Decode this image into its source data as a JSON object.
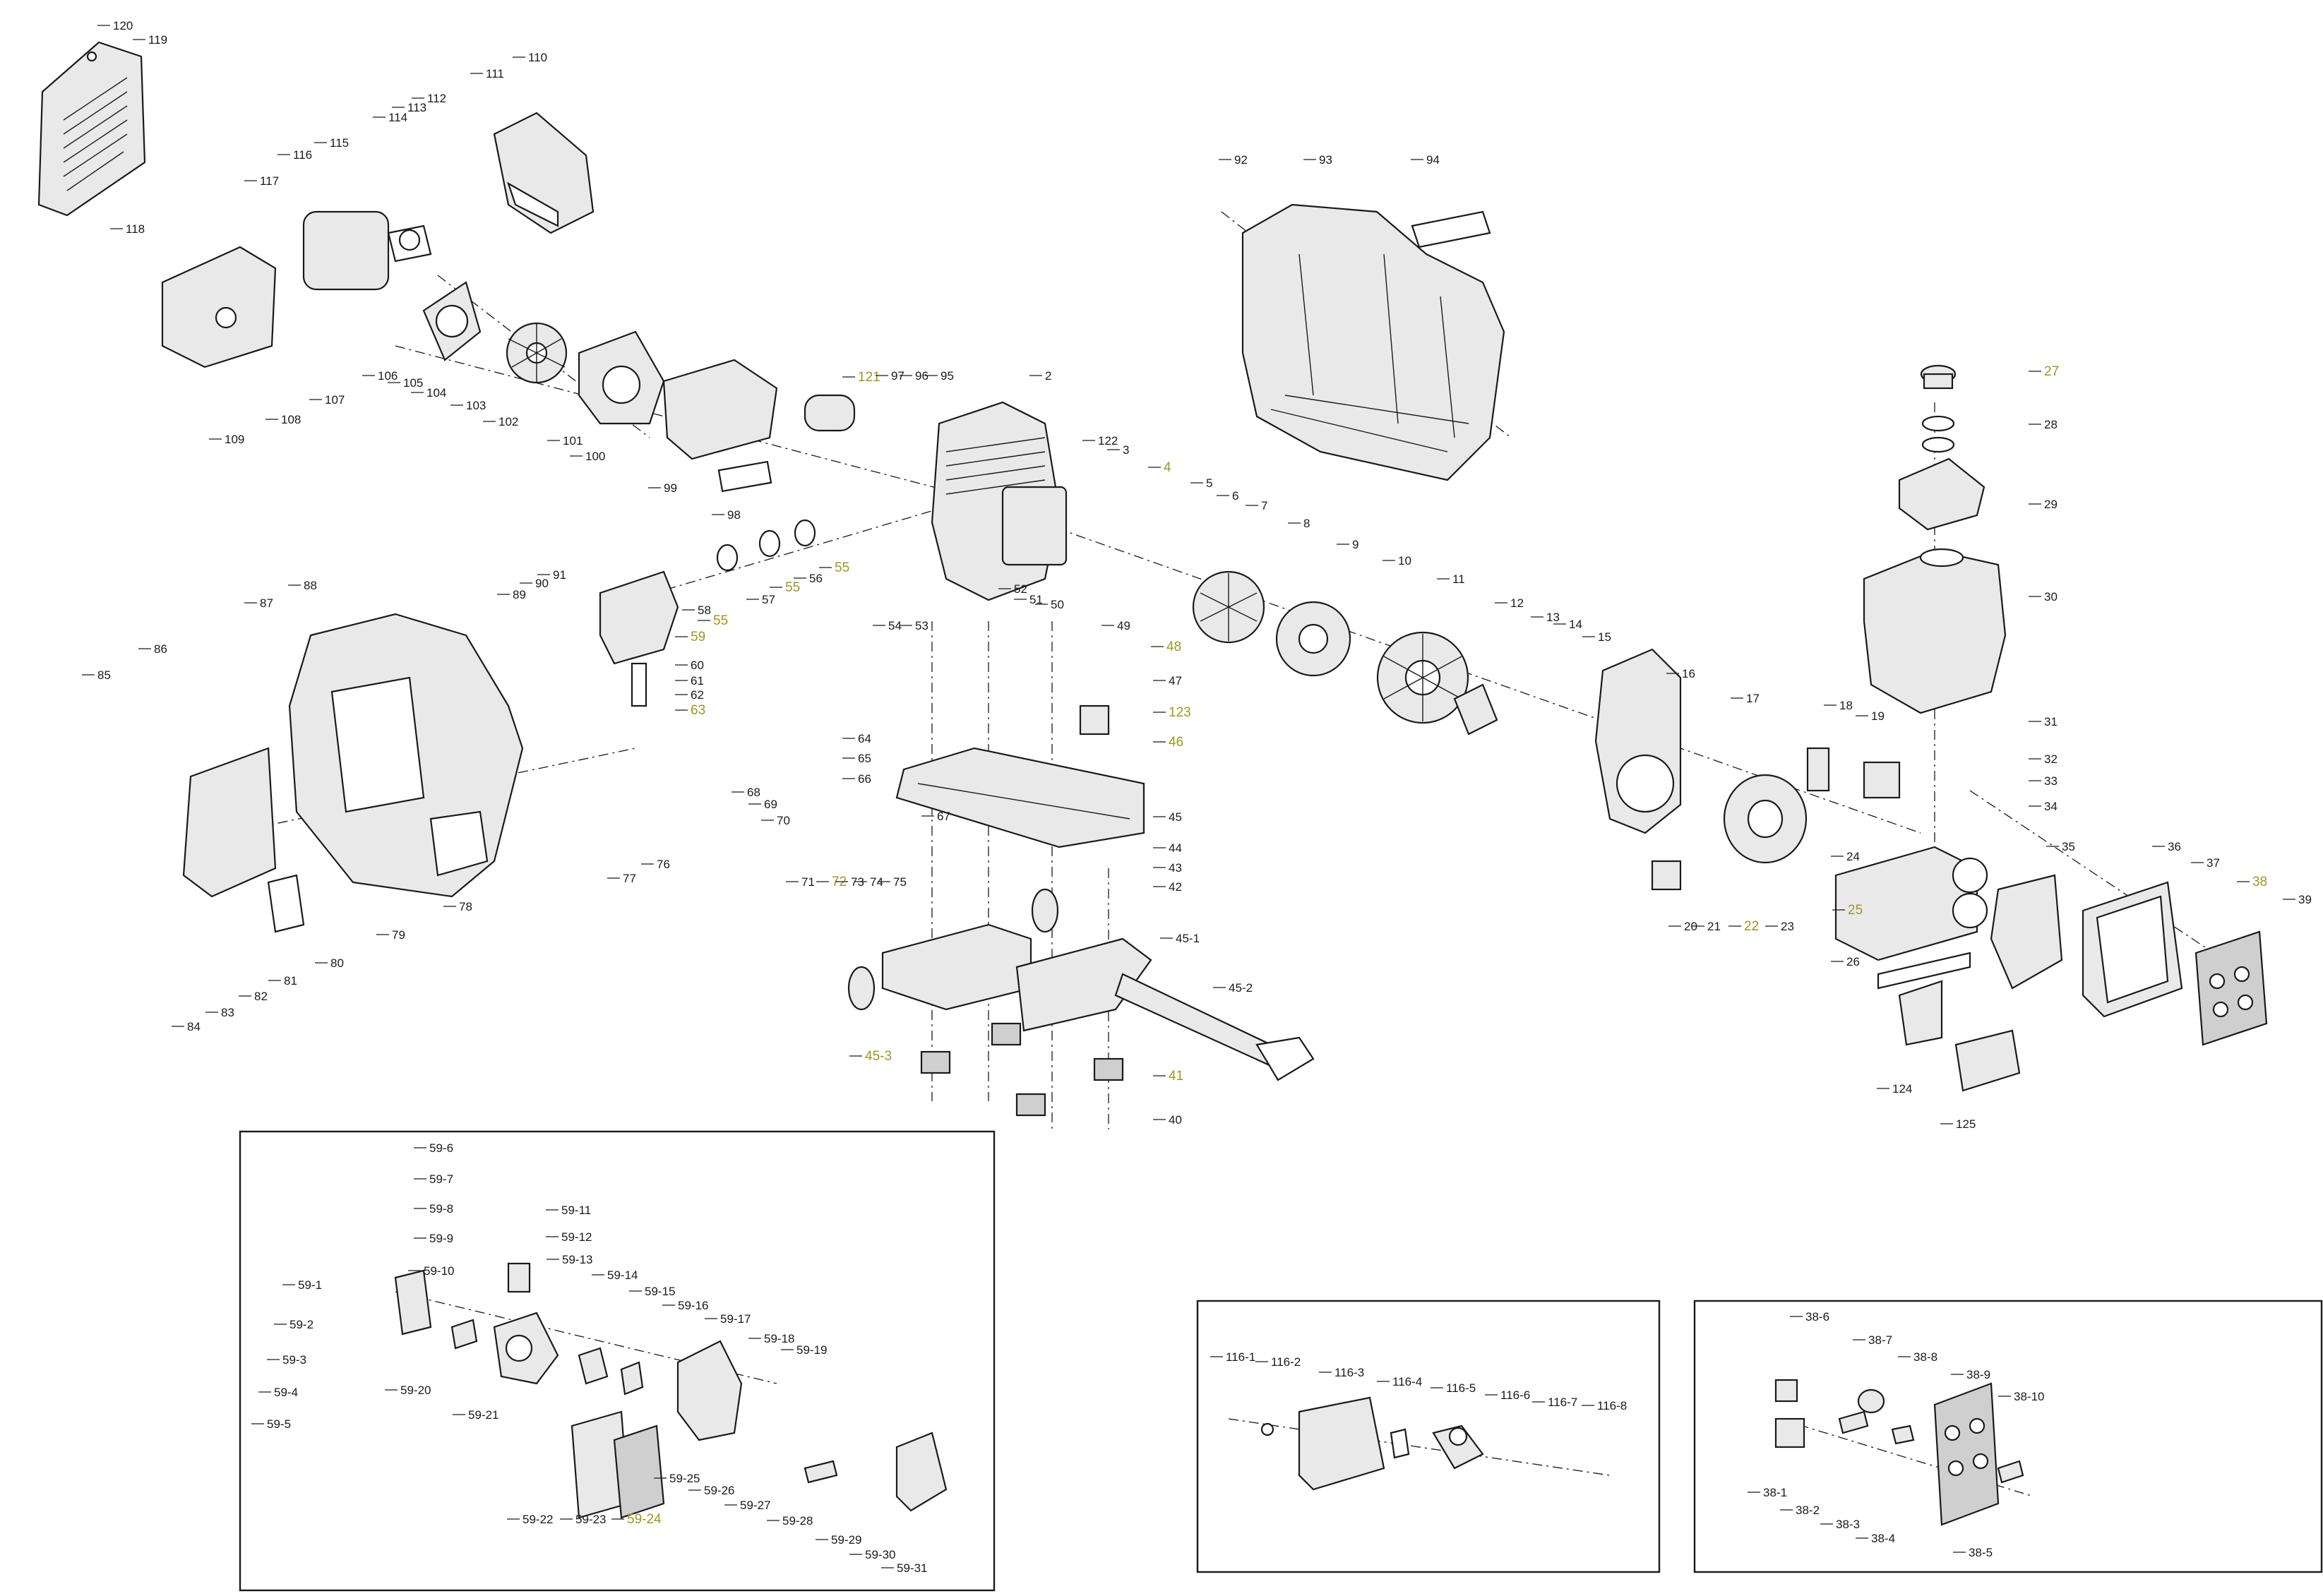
{
  "diagram": {
    "main_labels": [
      {
        "id": "p120",
        "text": "120"
      },
      {
        "id": "p119",
        "text": "119"
      },
      {
        "id": "p118",
        "text": "118"
      },
      {
        "id": "p117",
        "text": "117"
      },
      {
        "id": "p116",
        "text": "116"
      },
      {
        "id": "p115",
        "text": "115"
      },
      {
        "id": "p114",
        "text": "114"
      },
      {
        "id": "p113",
        "text": "113"
      },
      {
        "id": "p112",
        "text": "112"
      },
      {
        "id": "p111",
        "text": "111"
      },
      {
        "id": "p110",
        "text": "110"
      },
      {
        "id": "p109",
        "text": "109"
      },
      {
        "id": "p108",
        "text": "108"
      },
      {
        "id": "p107",
        "text": "107"
      },
      {
        "id": "p106",
        "text": "106"
      },
      {
        "id": "p105",
        "text": "105"
      },
      {
        "id": "p104",
        "text": "104"
      },
      {
        "id": "p103",
        "text": "103"
      },
      {
        "id": "p102",
        "text": "102"
      },
      {
        "id": "p101",
        "text": "101"
      },
      {
        "id": "p100",
        "text": "100"
      },
      {
        "id": "p99",
        "text": "99"
      },
      {
        "id": "p98",
        "text": "98"
      },
      {
        "id": "p121",
        "text": "121",
        "hl": true
      },
      {
        "id": "p97",
        "text": "97"
      },
      {
        "id": "p96",
        "text": "96"
      },
      {
        "id": "p95",
        "text": "95"
      },
      {
        "id": "p2",
        "text": "2"
      },
      {
        "id": "p92",
        "text": "92"
      },
      {
        "id": "p93",
        "text": "93"
      },
      {
        "id": "p94",
        "text": "94"
      },
      {
        "id": "p27",
        "text": "27",
        "hl": true
      },
      {
        "id": "p28",
        "text": "28"
      },
      {
        "id": "p29",
        "text": "29"
      },
      {
        "id": "p30",
        "text": "30"
      },
      {
        "id": "p122",
        "text": "122"
      },
      {
        "id": "p3",
        "text": "3"
      },
      {
        "id": "p4",
        "text": "4",
        "hl": true
      },
      {
        "id": "p5",
        "text": "5"
      },
      {
        "id": "p6",
        "text": "6"
      },
      {
        "id": "p7",
        "text": "7"
      },
      {
        "id": "p8",
        "text": "8"
      },
      {
        "id": "p9",
        "text": "9"
      },
      {
        "id": "p10",
        "text": "10"
      },
      {
        "id": "p11",
        "text": "11"
      },
      {
        "id": "p12",
        "text": "12"
      },
      {
        "id": "p13",
        "text": "13"
      },
      {
        "id": "p14",
        "text": "14"
      },
      {
        "id": "p15",
        "text": "15"
      },
      {
        "id": "p16",
        "text": "16"
      },
      {
        "id": "p17",
        "text": "17"
      },
      {
        "id": "p18",
        "text": "18"
      },
      {
        "id": "p19",
        "text": "19"
      },
      {
        "id": "p31",
        "text": "31"
      },
      {
        "id": "p32",
        "text": "32"
      },
      {
        "id": "p33",
        "text": "33"
      },
      {
        "id": "p34",
        "text": "34"
      },
      {
        "id": "p24",
        "text": "24"
      },
      {
        "id": "p35",
        "text": "35"
      },
      {
        "id": "p36",
        "text": "36"
      },
      {
        "id": "p37",
        "text": "37"
      },
      {
        "id": "p38",
        "text": "38",
        "hl": true
      },
      {
        "id": "p39",
        "text": "39"
      },
      {
        "id": "p25",
        "text": "25",
        "hl": true
      },
      {
        "id": "p26",
        "text": "26"
      },
      {
        "id": "p20",
        "text": "20"
      },
      {
        "id": "p21",
        "text": "21"
      },
      {
        "id": "p22",
        "text": "22",
        "hl": true
      },
      {
        "id": "p23",
        "text": "23"
      },
      {
        "id": "p124",
        "text": "124"
      },
      {
        "id": "p125",
        "text": "125"
      },
      {
        "id": "p88",
        "text": "88"
      },
      {
        "id": "p87",
        "text": "87"
      },
      {
        "id": "p86",
        "text": "86"
      },
      {
        "id": "p85",
        "text": "85"
      },
      {
        "id": "p91",
        "text": "91"
      },
      {
        "id": "p90",
        "text": "90"
      },
      {
        "id": "p89",
        "text": "89"
      },
      {
        "id": "p55a",
        "text": "55",
        "hl": true
      },
      {
        "id": "p55b",
        "text": "55",
        "hl": true
      },
      {
        "id": "p55c",
        "text": "55",
        "hl": true
      },
      {
        "id": "p56",
        "text": "56"
      },
      {
        "id": "p57",
        "text": "57"
      },
      {
        "id": "p58",
        "text": "58"
      },
      {
        "id": "p59",
        "text": "59",
        "hl": true
      },
      {
        "id": "p60",
        "text": "60"
      },
      {
        "id": "p61",
        "text": "61"
      },
      {
        "id": "p62",
        "text": "62"
      },
      {
        "id": "p63",
        "text": "63",
        "hl": true
      },
      {
        "id": "p54",
        "text": "54"
      },
      {
        "id": "p53",
        "text": "53"
      },
      {
        "id": "p52",
        "text": "52"
      },
      {
        "id": "p51",
        "text": "51"
      },
      {
        "id": "p50",
        "text": "50"
      },
      {
        "id": "p49",
        "text": "49"
      },
      {
        "id": "p48",
        "text": "48",
        "hl": true
      },
      {
        "id": "p47",
        "text": "47"
      },
      {
        "id": "p123",
        "text": "123",
        "hl": true
      },
      {
        "id": "p46",
        "text": "46",
        "hl": true
      },
      {
        "id": "p45",
        "text": "45"
      },
      {
        "id": "p44",
        "text": "44"
      },
      {
        "id": "p43",
        "text": "43"
      },
      {
        "id": "p42",
        "text": "42"
      },
      {
        "id": "p64",
        "text": "64"
      },
      {
        "id": "p65",
        "text": "65"
      },
      {
        "id": "p66",
        "text": "66"
      },
      {
        "id": "p68",
        "text": "68"
      },
      {
        "id": "p69",
        "text": "69"
      },
      {
        "id": "p70",
        "text": "70"
      },
      {
        "id": "p67",
        "text": "67"
      },
      {
        "id": "p71",
        "text": "71"
      },
      {
        "id": "p72",
        "text": "72",
        "hl": true
      },
      {
        "id": "p73",
        "text": "73"
      },
      {
        "id": "p74",
        "text": "74"
      },
      {
        "id": "p75",
        "text": "75"
      },
      {
        "id": "p45_1",
        "text": "45-1"
      },
      {
        "id": "p45_2",
        "text": "45-2"
      },
      {
        "id": "p45_3",
        "text": "45-3",
        "hl": true
      },
      {
        "id": "p41",
        "text": "41",
        "hl": true
      },
      {
        "id": "p40",
        "text": "40"
      },
      {
        "id": "p76",
        "text": "76"
      },
      {
        "id": "p77",
        "text": "77"
      },
      {
        "id": "p78",
        "text": "78"
      },
      {
        "id": "p79",
        "text": "79"
      },
      {
        "id": "p80",
        "text": "80"
      },
      {
        "id": "p81",
        "text": "81"
      },
      {
        "id": "p82",
        "text": "82"
      },
      {
        "id": "p83",
        "text": "83"
      },
      {
        "id": "p84",
        "text": "84"
      }
    ],
    "carb_labels": [
      {
        "id": "c6",
        "text": "59-6"
      },
      {
        "id": "c7",
        "text": "59-7"
      },
      {
        "id": "c8",
        "text": "59-8"
      },
      {
        "id": "c11",
        "text": "59-11"
      },
      {
        "id": "c9",
        "text": "59-9"
      },
      {
        "id": "c12",
        "text": "59-12"
      },
      {
        "id": "c10",
        "text": "59-10"
      },
      {
        "id": "c13",
        "text": "59-13"
      },
      {
        "id": "c14",
        "text": "59-14"
      },
      {
        "id": "c15",
        "text": "59-15"
      },
      {
        "id": "c16",
        "text": "59-16"
      },
      {
        "id": "c17",
        "text": "59-17"
      },
      {
        "id": "c18",
        "text": "59-18"
      },
      {
        "id": "c19",
        "text": "59-19"
      },
      {
        "id": "c1",
        "text": "59-1"
      },
      {
        "id": "c2",
        "text": "59-2"
      },
      {
        "id": "c3",
        "text": "59-3"
      },
      {
        "id": "c4",
        "text": "59-4"
      },
      {
        "id": "c5",
        "text": "59-5"
      },
      {
        "id": "c20",
        "text": "59-20"
      },
      {
        "id": "c21",
        "text": "59-21"
      },
      {
        "id": "c22",
        "text": "59-22"
      },
      {
        "id": "c23",
        "text": "59-23"
      },
      {
        "id": "c24",
        "text": "59-24",
        "hl": true
      },
      {
        "id": "c25",
        "text": "59-25"
      },
      {
        "id": "c26",
        "text": "59-26"
      },
      {
        "id": "c27",
        "text": "59-27"
      },
      {
        "id": "c28",
        "text": "59-28"
      },
      {
        "id": "c29",
        "text": "59-29"
      },
      {
        "id": "c30",
        "text": "59-30"
      },
      {
        "id": "c31",
        "text": "59-31"
      }
    ],
    "muffler_labels": [
      {
        "id": "m1",
        "text": "116-1"
      },
      {
        "id": "m2",
        "text": "116-2"
      },
      {
        "id": "m3",
        "text": "116-3"
      },
      {
        "id": "m4",
        "text": "116-4"
      },
      {
        "id": "m5",
        "text": "116-5"
      },
      {
        "id": "m6",
        "text": "116-6"
      },
      {
        "id": "m7",
        "text": "116-7"
      },
      {
        "id": "m8",
        "text": "116-8"
      }
    ],
    "panel_labels": [
      {
        "id": "k6",
        "text": "38-6"
      },
      {
        "id": "k7",
        "text": "38-7"
      },
      {
        "id": "k8",
        "text": "38-8"
      },
      {
        "id": "k9",
        "text": "38-9"
      },
      {
        "id": "k10",
        "text": "38-10"
      },
      {
        "id": "k1",
        "text": "38-1"
      },
      {
        "id": "k2",
        "text": "38-2"
      },
      {
        "id": "k3",
        "text": "38-3"
      },
      {
        "id": "k4",
        "text": "38-4"
      },
      {
        "id": "k5",
        "text": "38-5"
      }
    ]
  }
}
